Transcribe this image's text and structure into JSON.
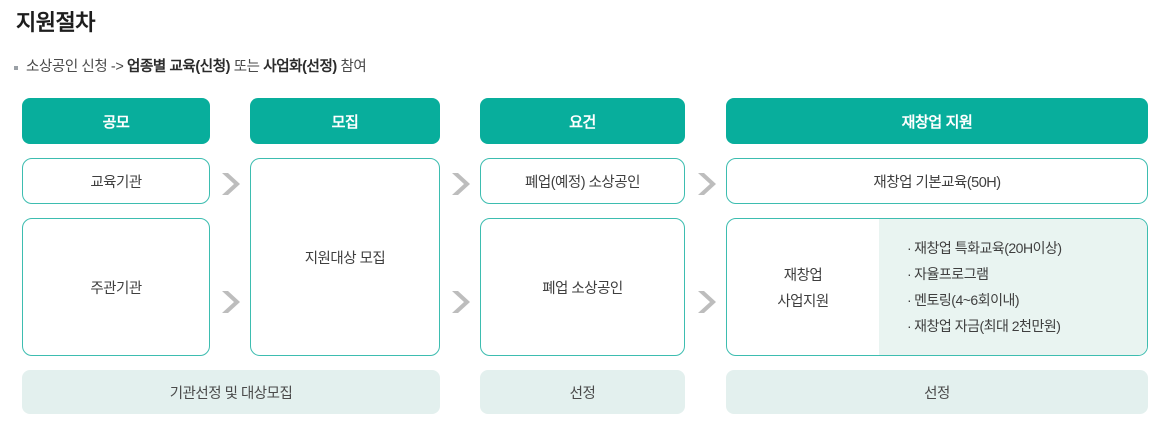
{
  "page": {
    "title": "지원절차",
    "subtitle_plain_1": "소상공인 신청 -> ",
    "subtitle_bold_1": "업종별 교육(신청)",
    "subtitle_plain_2": " 또는 ",
    "subtitle_bold_2": "사업화(선정)",
    "subtitle_plain_3": " 참여"
  },
  "colors": {
    "header_teal": "#08ae9c",
    "cell_border_teal": "#3dbdb0",
    "footer_mint": "#e3f0ee",
    "panel_mint": "#e9f4f1",
    "arrow_gray": "#bdbdbd",
    "text_dark": "#3f3f3f"
  },
  "columns": [
    {
      "header": "공모",
      "cells": [
        "교육기관",
        "주관기관"
      ]
    },
    {
      "header": "모집",
      "cells": [
        "지원대상 모집"
      ]
    },
    {
      "header": "요건",
      "cells": [
        "폐업(예정) 소상공인",
        "폐업 소상공인"
      ]
    },
    {
      "header": "재창업 지원",
      "cells": [
        "재창업 기본교육(50H)"
      ],
      "split_cell": {
        "label_line_1": "재창업",
        "label_line_2": "사업지원",
        "bullet_marker": "·",
        "bullets": [
          "재창업 특화교육(20H이상)",
          "자율프로그램",
          "멘토링(4~6회이내)",
          "재창업 자금(최대 2천만원)"
        ]
      }
    }
  ],
  "footers": [
    {
      "label": "기관선정 및 대상모집"
    },
    {
      "label": "선정"
    },
    {
      "label": "선정"
    }
  ],
  "arrows": {
    "icon": "chevron-right-icon",
    "count": 6
  }
}
